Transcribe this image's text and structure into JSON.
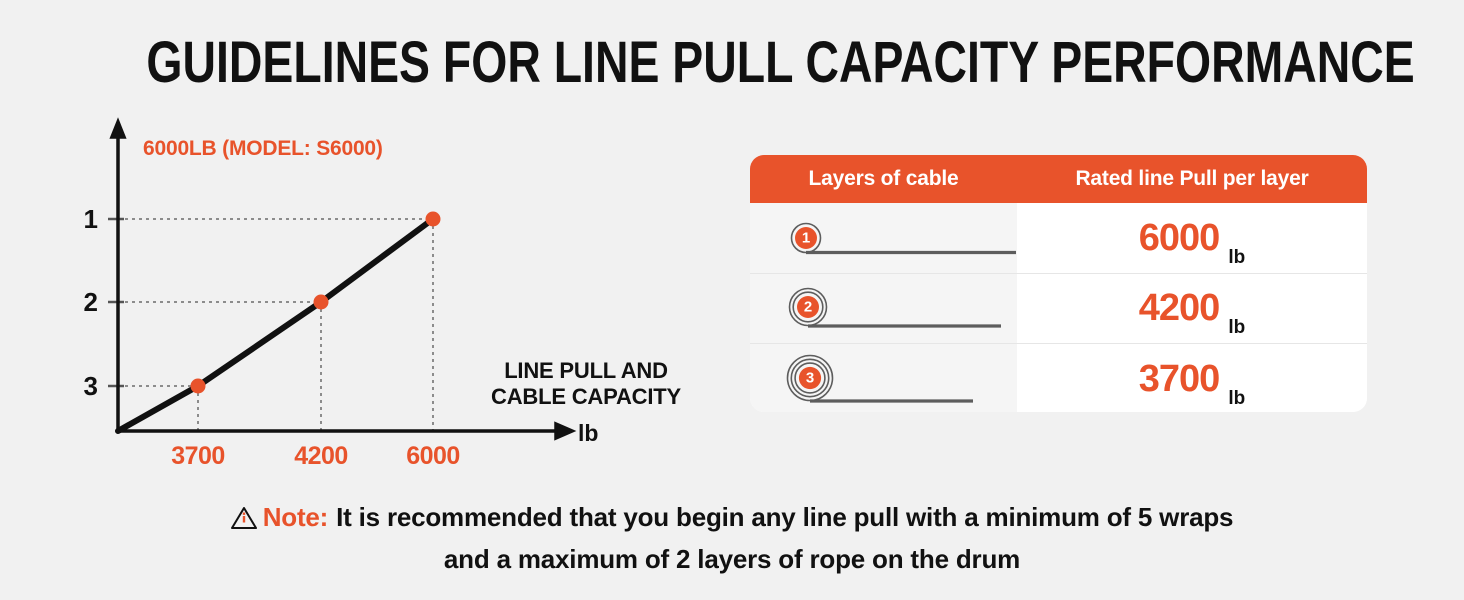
{
  "header": {
    "title": "GUIDELINES FOR LINE PULL CAPACITY PERFORMANCE"
  },
  "colors": {
    "accent": "#e8532b",
    "background": "#f1f1f1",
    "text": "#111111",
    "row_tint": "#f5f5f5",
    "grid": "#8c8c8c"
  },
  "chart_data": {
    "type": "line",
    "title": "6000LB (MODEL: S6000)",
    "series_label": "6000LB (MODEL: S6000)",
    "caption_line1": "LINE PULL AND",
    "caption_line2": "CABLE CAPACITY",
    "xlabel": "lb",
    "ylabel": "",
    "x": [
      3700,
      4200,
      6000
    ],
    "y": [
      3,
      2,
      1
    ],
    "x_tick_labels": [
      "3700",
      "4200",
      "6000"
    ],
    "y_tick_labels": [
      "1",
      "2",
      "3"
    ],
    "points": [
      {
        "layer": 3,
        "pull": 3700,
        "x_label": "3700",
        "y_label": "3"
      },
      {
        "layer": 2,
        "pull": 4200,
        "x_label": "4200",
        "y_label": "2"
      },
      {
        "layer": 1,
        "pull": 6000,
        "x_label": "6000",
        "y_label": "1"
      }
    ],
    "grid": true,
    "legend": "none",
    "axis_arrows": true
  },
  "table": {
    "columns": [
      "Layers of cable",
      "Rated line Pull per layer"
    ],
    "rows": [
      {
        "layer": "1",
        "rings": 1,
        "cable_length": 225,
        "value": "6000",
        "unit": "lb"
      },
      {
        "layer": "2",
        "rings": 2,
        "cable_length": 195,
        "value": "4200",
        "unit": "lb"
      },
      {
        "layer": "3",
        "rings": 3,
        "cable_length": 165,
        "value": "3700",
        "unit": "lb"
      }
    ]
  },
  "note": {
    "icon": "warning-triangle-icon",
    "label": "Note:",
    "line1": "It is recommended that you begin any line pull with a minimum of 5 wraps",
    "line2": "and a maximum of 2 layers of rope on the drum"
  }
}
